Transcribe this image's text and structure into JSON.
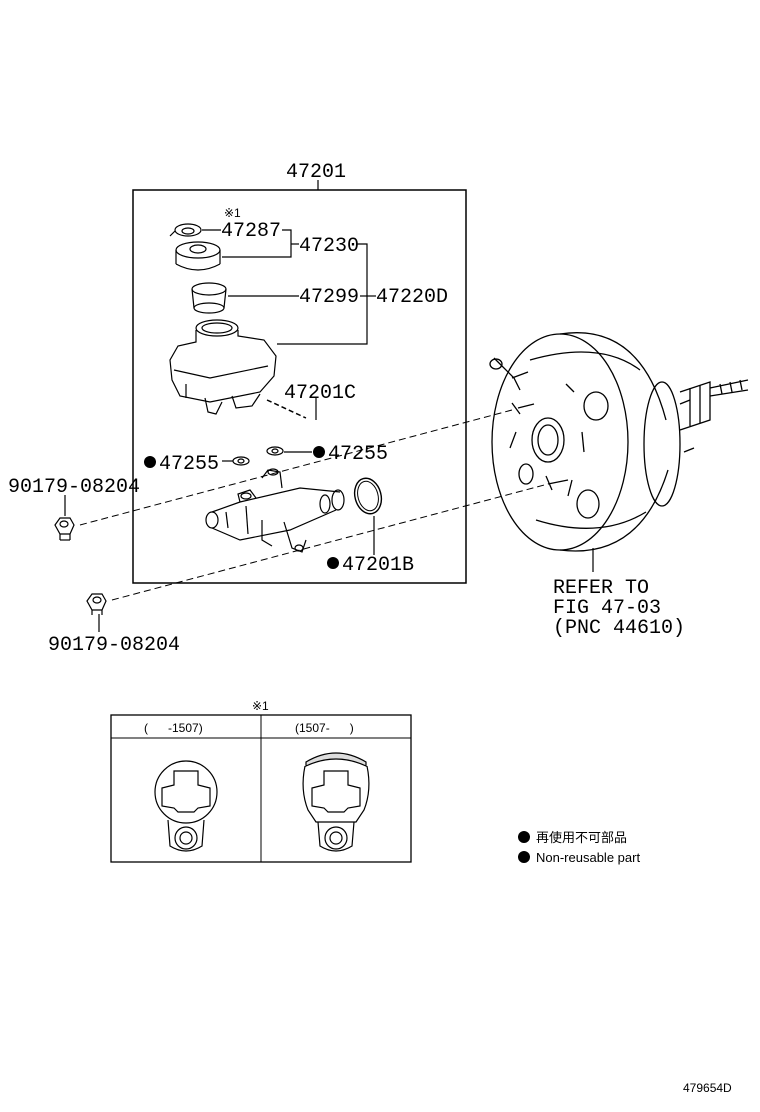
{
  "labels": {
    "assembly": "47201",
    "mark1_top": "※1",
    "p47287": "47287",
    "p47230": "47230",
    "p47299": "47299",
    "p47220D": "47220D",
    "p47201C": "47201C",
    "p47255_left": "47255",
    "p47255_right": "47255",
    "p47201B": "47201B",
    "nut_top": "90179-08204",
    "nut_bottom": "90179-08204",
    "refer_line1": "REFER TO",
    "refer_line2": "FIG 47-03",
    "refer_line3": "(PNC 44610)"
  },
  "inset": {
    "mark": "※1",
    "col1_header": "(      -1507)",
    "col2_header": "(1507-      )"
  },
  "legend": {
    "line1": "再使用不可部品",
    "line2": "Non-reusable part"
  },
  "figure_id": "479654D",
  "colors": {
    "ink": "#000000",
    "paper": "#ffffff"
  }
}
